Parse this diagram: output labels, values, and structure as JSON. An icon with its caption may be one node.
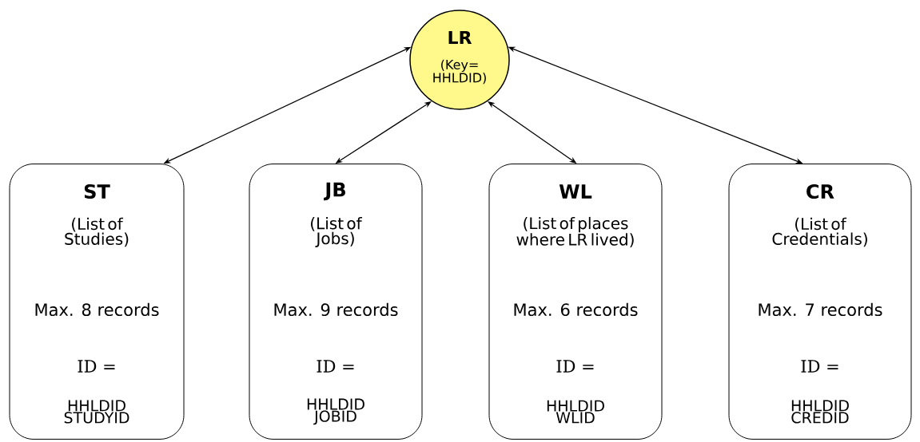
{
  "diagram": {
    "nodes": [
      {
        "text": [
          "LR",
          "(Key= HHLDID)"
        ]
      },
      {
        "text": [
          "ST",
          "(List of Studies)",
          "Max. 8 records",
          "ID =",
          "HHLDID STUDYID"
        ]
      },
      {
        "text": [
          "JB",
          "(List of Jobs)",
          "Max. 9 records",
          "ID =",
          "HHLDID JOBID"
        ]
      },
      {
        "text": [
          "WL",
          "(List of places where LR lived)",
          "Max. 6 records",
          "ID =",
          "HHLDID WLID"
        ]
      },
      {
        "text": [
          "CR",
          "(List of Credentials)",
          "Max. 7 records",
          "ID =",
          "HHLDID CREDID"
        ]
      }
    ],
    "edges": [
      {
        "from": 0,
        "to": 1,
        "arrow": "both"
      },
      {
        "from": 0,
        "to": 2,
        "arrow": "both"
      },
      {
        "from": 0,
        "to": 3,
        "arrow": "both"
      },
      {
        "from": 0,
        "to": 4,
        "arrow": "both"
      }
    ]
  }
}
